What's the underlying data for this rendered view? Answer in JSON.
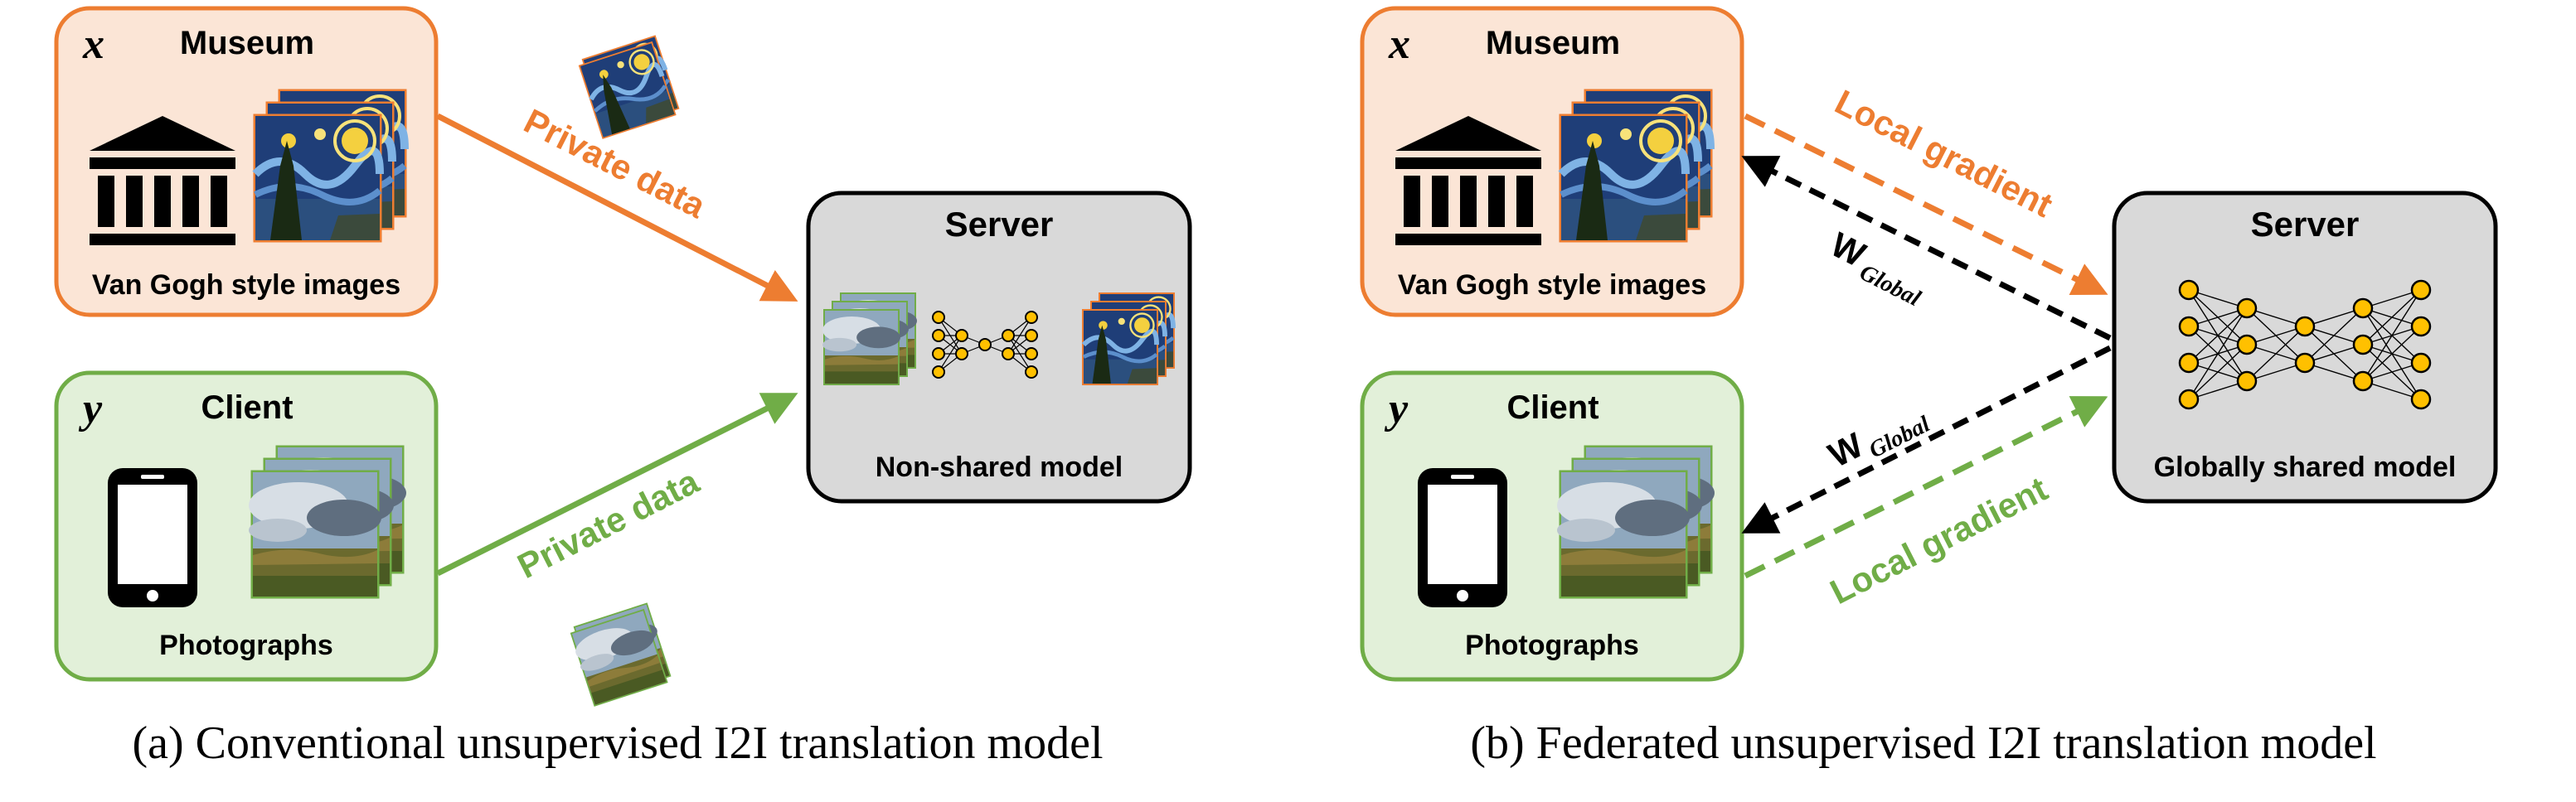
{
  "panel_a": {
    "museum": {
      "symbol": "x",
      "title": "Museum",
      "caption": "Van Gogh style images"
    },
    "client": {
      "symbol": "y",
      "title": "Client",
      "caption": "Photographs"
    },
    "server": {
      "title": "Server",
      "caption": "Non-shared model"
    },
    "arrow_top_label": "Private data",
    "arrow_bottom_label": "Private data",
    "caption": "(a) Conventional unsupervised I2I translation model"
  },
  "panel_b": {
    "museum": {
      "symbol": "x",
      "title": "Museum",
      "caption": "Van Gogh style images"
    },
    "client": {
      "symbol": "y",
      "title": "Client",
      "caption": "Photographs"
    },
    "server": {
      "title": "Server",
      "caption": "Globally shared model"
    },
    "arrow_top_label": "Local gradient",
    "arrow_bottom_label": "Local gradient",
    "weight_top": {
      "base": "W",
      "sub": "Global"
    },
    "weight_bottom": {
      "base": "W",
      "sub": "Global"
    },
    "caption": "(b) Federated unsupervised I2I translation model"
  },
  "colors": {
    "orange": "#ED7D31",
    "orange_fill": "#FBE5D6",
    "green": "#70AD47",
    "green_fill": "#E2F0D9",
    "server_fill": "#D9D9D9",
    "node_fill": "#FFC000",
    "black": "#000000"
  },
  "icons": [
    "museum-icon",
    "phone-icon",
    "painting-stack-icon",
    "photo-stack-icon",
    "neural-network-icon"
  ]
}
